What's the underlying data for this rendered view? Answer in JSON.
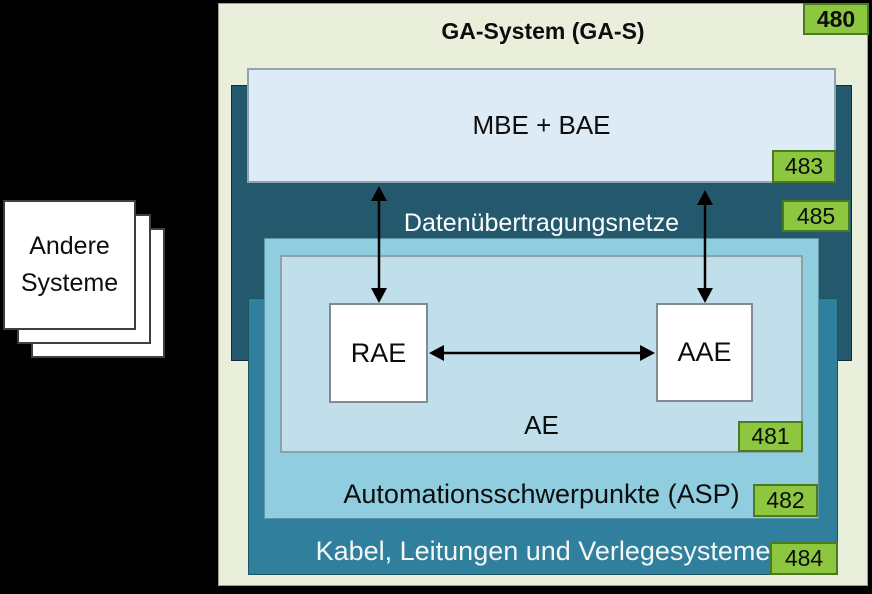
{
  "diagram": {
    "title": "GA-System (GA-S)",
    "title_badge": "480",
    "other_systems": {
      "label": "Andere Systeme"
    },
    "boxes": {
      "mbe": {
        "label": "MBE + BAE",
        "badge": "483"
      },
      "netz": {
        "label": "Datenübertragungsnetze",
        "badge": "485"
      },
      "asp": {
        "label": "Automationsschwerpunkte (ASP)",
        "badge": "482"
      },
      "ae": {
        "label": "AE",
        "badge": "481"
      },
      "kabel": {
        "label": "Kabel, Leitungen und Verlegesysteme",
        "badge": "484"
      },
      "rae": {
        "label": "RAE"
      },
      "aae": {
        "label": "AAE"
      }
    },
    "colors": {
      "background": "#000000",
      "system_fill": "#eaefdb",
      "network_fill": "#24596d",
      "cables_fill": "#2f7f9d",
      "asp_fill": "#90cdff",
      "ae_fill": "#c0dfeb",
      "mbe_fill": "#dcebf5",
      "badge_fill": "#8dc63f",
      "badge_border": "#4a7a22"
    }
  }
}
